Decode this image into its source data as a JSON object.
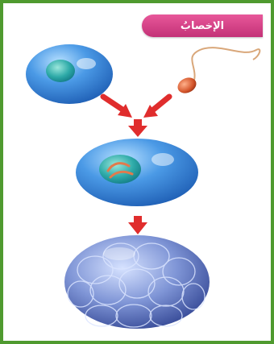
{
  "title": "الإخصابُ",
  "colors": {
    "frame_border": "#4f9a2f",
    "title_badge": "#d23f86",
    "arrow": "#e02d2d",
    "cell": "#3f8fe0",
    "nucleus": "#2eaaa8",
    "sperm_head": "#d4552a",
    "embryo": "#6f86c9"
  },
  "icons": [
    "egg-cell",
    "sperm-cell",
    "zygote-cell",
    "embryo-morula"
  ]
}
